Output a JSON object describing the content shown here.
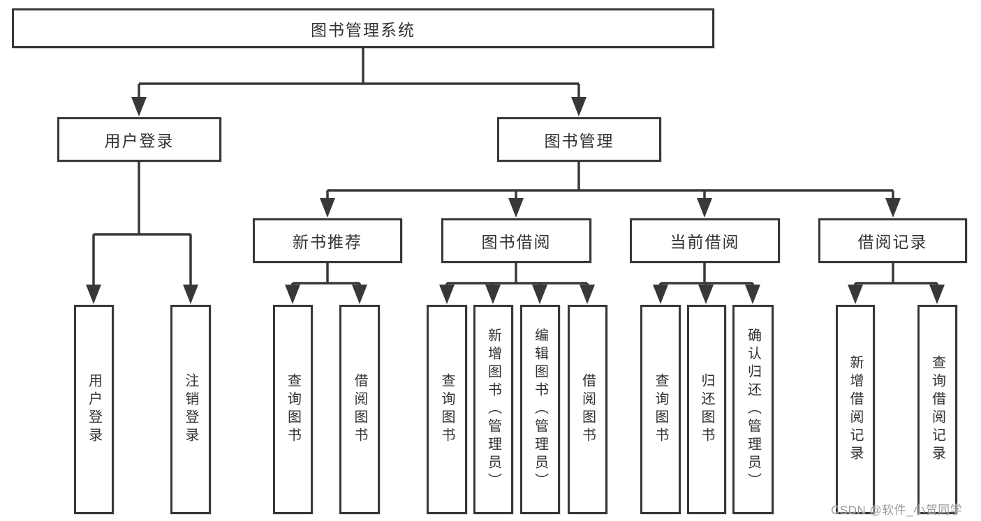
{
  "tree": {
    "root": {
      "label": "图书管理系统"
    },
    "branches": [
      {
        "label": "用户登录",
        "children": [
          {
            "label": "用户登录"
          },
          {
            "label": "注销登录"
          }
        ]
      },
      {
        "label": "图书管理",
        "children": [
          {
            "label": "新书推荐",
            "children": [
              {
                "label": "查询图书"
              },
              {
                "label": "借阅图书"
              }
            ]
          },
          {
            "label": "图书借阅",
            "children": [
              {
                "label": "查询图书"
              },
              {
                "label": "新增图书（管理员）"
              },
              {
                "label": "编辑图书（管理员）"
              },
              {
                "label": "借阅图书"
              }
            ]
          },
          {
            "label": "当前借阅",
            "children": [
              {
                "label": "查询图书"
              },
              {
                "label": "归还图书"
              },
              {
                "label": "确认归还（管理员）"
              }
            ]
          },
          {
            "label": "借阅记录",
            "children": [
              {
                "label": "新增借阅记录"
              },
              {
                "label": "查询借阅记录"
              }
            ]
          }
        ]
      }
    ]
  },
  "watermark": "CSDN @软件_小贺同学",
  "colors": {
    "line": "#383838",
    "text": "#333333",
    "watermark": "#9b9b9b",
    "background": "#ffffff"
  }
}
